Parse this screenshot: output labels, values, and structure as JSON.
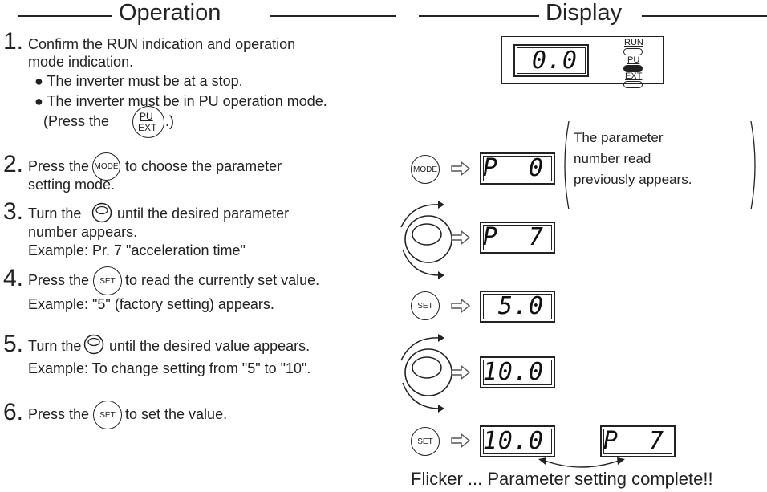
{
  "headers": {
    "operation": "Operation",
    "display": "Display"
  },
  "steps": [
    {
      "num": "1.",
      "lines": [
        "Confirm the RUN indication and operation",
        "mode indication."
      ],
      "bullets": [
        "The inverter must be at a stop.",
        "The inverter must be in PU operation mode."
      ],
      "extra": {
        "pre": "(Press the",
        "post": ".)"
      }
    },
    {
      "num": "2.",
      "pre": "Press the",
      "post": "to choose the parameter",
      "line2": "setting mode."
    },
    {
      "num": "3.",
      "pre": "Turn the",
      "post": "until the desired parameter",
      "line2": "number appears.",
      "example": "Example: Pr. 7 \"acceleration time\""
    },
    {
      "num": "4.",
      "pre": "Press the",
      "post": "to read the currently set value.",
      "example": "Example: \"5\" (factory setting) appears."
    },
    {
      "num": "5.",
      "pre": "Turn the",
      "post": "until the desired value appears.",
      "example": "Example: To change setting from \"5\" to \"10\"."
    },
    {
      "num": "6.",
      "pre": "Press the",
      "post": "to set the value."
    }
  ],
  "buttons": {
    "mode": "MODE",
    "set": "SET",
    "pu": "PU",
    "ext": "EXT"
  },
  "indicators": [
    "RUN",
    "PU",
    "EXT"
  ],
  "displays": {
    "d1": "0.0",
    "d2": "P  0",
    "d3": "P  7",
    "d4": "5.0",
    "d5": "10.0",
    "d6a": "10.0",
    "d6b": "P  7"
  },
  "note": [
    "The parameter",
    "number read",
    "previously appears."
  ],
  "caption": "Flicker ... Parameter setting complete!!"
}
